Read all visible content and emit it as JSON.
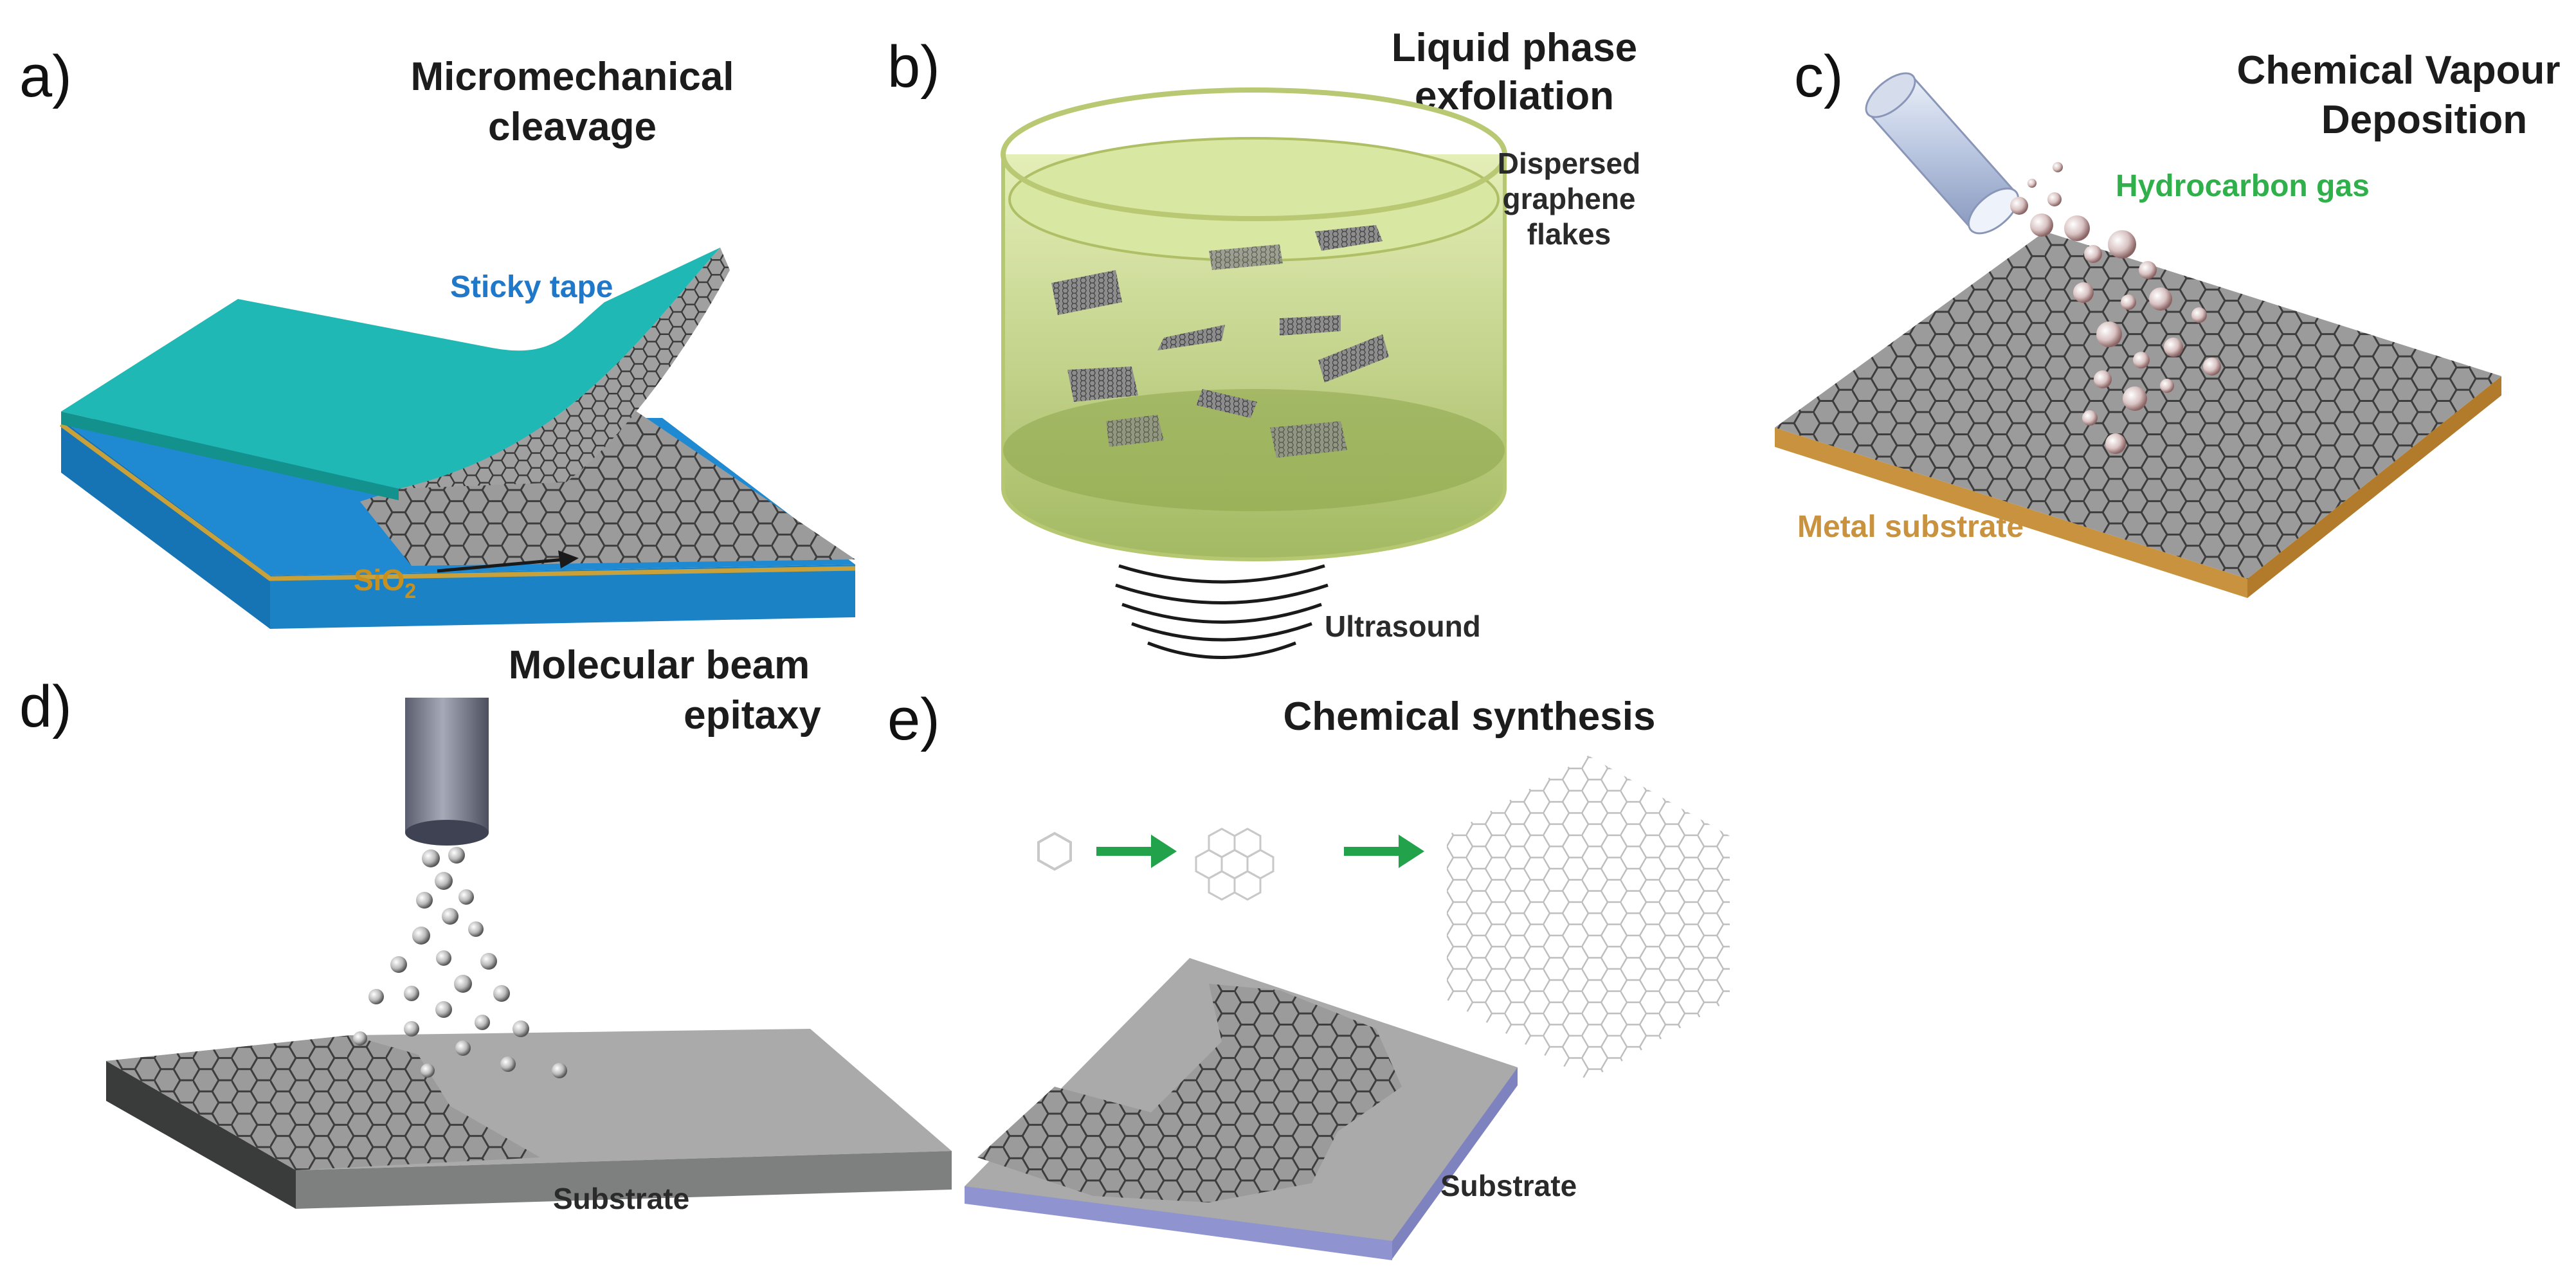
{
  "panels": {
    "a": {
      "letter": "a)",
      "title_line1": "Micromechanical",
      "title_line2": "cleavage",
      "sticky_tape_label": "Sticky tape",
      "sio2_label_base": "SiO",
      "sio2_label_sub": "2"
    },
    "b": {
      "letter": "b)",
      "title_line1": "Liquid phase",
      "title_line2": "exfoliation",
      "flakes_line1": "Dispersed",
      "flakes_line2": "graphene",
      "flakes_line3": "flakes",
      "ultrasound_label": "Ultrasound"
    },
    "c": {
      "letter": "c)",
      "title_line1": "Chemical Vapour",
      "title_line2": "Deposition",
      "gas_label": "Hydrocarbon gas",
      "metal_label": "Metal substrate"
    },
    "d": {
      "letter": "d)",
      "title_line1": "Molecular beam",
      "title_line2": "epitaxy",
      "substrate_label": "Substrate"
    },
    "e": {
      "letter": "e)",
      "title": "Chemical synthesis",
      "substrate_label": "Substrate"
    }
  },
  "colors": {
    "tape_top": "#1fb8b4",
    "tape_side": "#1687c9",
    "sio2": "#c9a13a",
    "graphene": "#6c6c6c",
    "liquid": "#c7d98a",
    "metal": "#c8923f",
    "gas": "#2fb04a",
    "arrow": "#22a24a",
    "substrate_gray": "#a9aaa9",
    "substrate_blue": "#8f94d0"
  }
}
